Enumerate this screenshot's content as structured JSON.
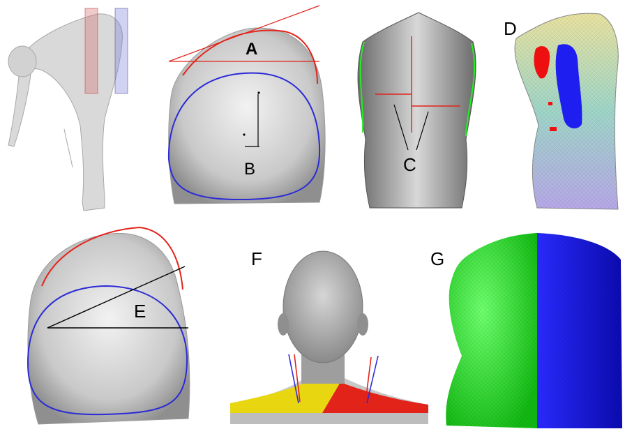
{
  "panels": {
    "A": {
      "label": "A"
    },
    "B": {
      "label": "B"
    },
    "C": {
      "label": "C"
    },
    "D": {
      "label": "D"
    },
    "E": {
      "label": "E"
    },
    "F": {
      "label": "F"
    },
    "G": {
      "label": "G"
    }
  },
  "colors": {
    "red": "#e2231a",
    "blue": "#2b2bd6",
    "green": "#22ee22",
    "yellow": "#e8d610",
    "body_gray": "#bdbdbd",
    "mesh_blue": "#1e1ef0",
    "mesh_green": "#2ff02f"
  }
}
